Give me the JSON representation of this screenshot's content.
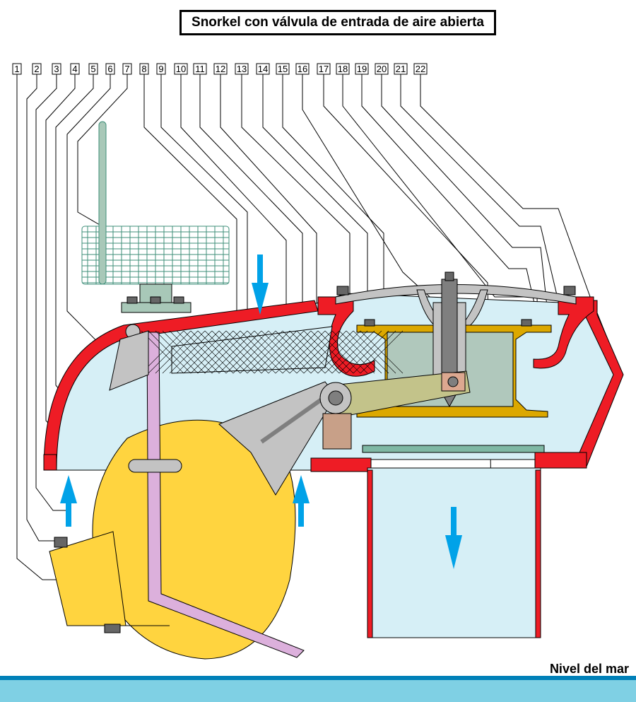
{
  "title": "Snorkel con válvula de entrada de aire abierta",
  "sea_level_label": "Nivel del mar",
  "part_labels": [
    "1",
    "2",
    "3",
    "4",
    "5",
    "6",
    "7",
    "8",
    "9",
    "10",
    "11",
    "12",
    "13",
    "14",
    "15",
    "16",
    "17",
    "18",
    "19",
    "20",
    "21",
    "22"
  ],
  "colors": {
    "housing_red": "#ee1c25",
    "air_blue": "#d6eff6",
    "float_yellow": "#ffd43f",
    "arrow_blue": "#00a2e8",
    "mesh_green": "#3f8f7a",
    "valve_gold": "#dca800",
    "lever_khaki": "#c3c38a",
    "rod_pink": "#dcb0dc",
    "sea_blue": "#7fd0e4",
    "sea_line": "#0080b8"
  },
  "airflow_arrows": [
    {
      "name": "inlet-left",
      "direction": "up"
    },
    {
      "name": "inlet-right",
      "direction": "up"
    },
    {
      "name": "top-inlet",
      "direction": "down"
    },
    {
      "name": "outlet-pipe",
      "direction": "down"
    }
  ]
}
